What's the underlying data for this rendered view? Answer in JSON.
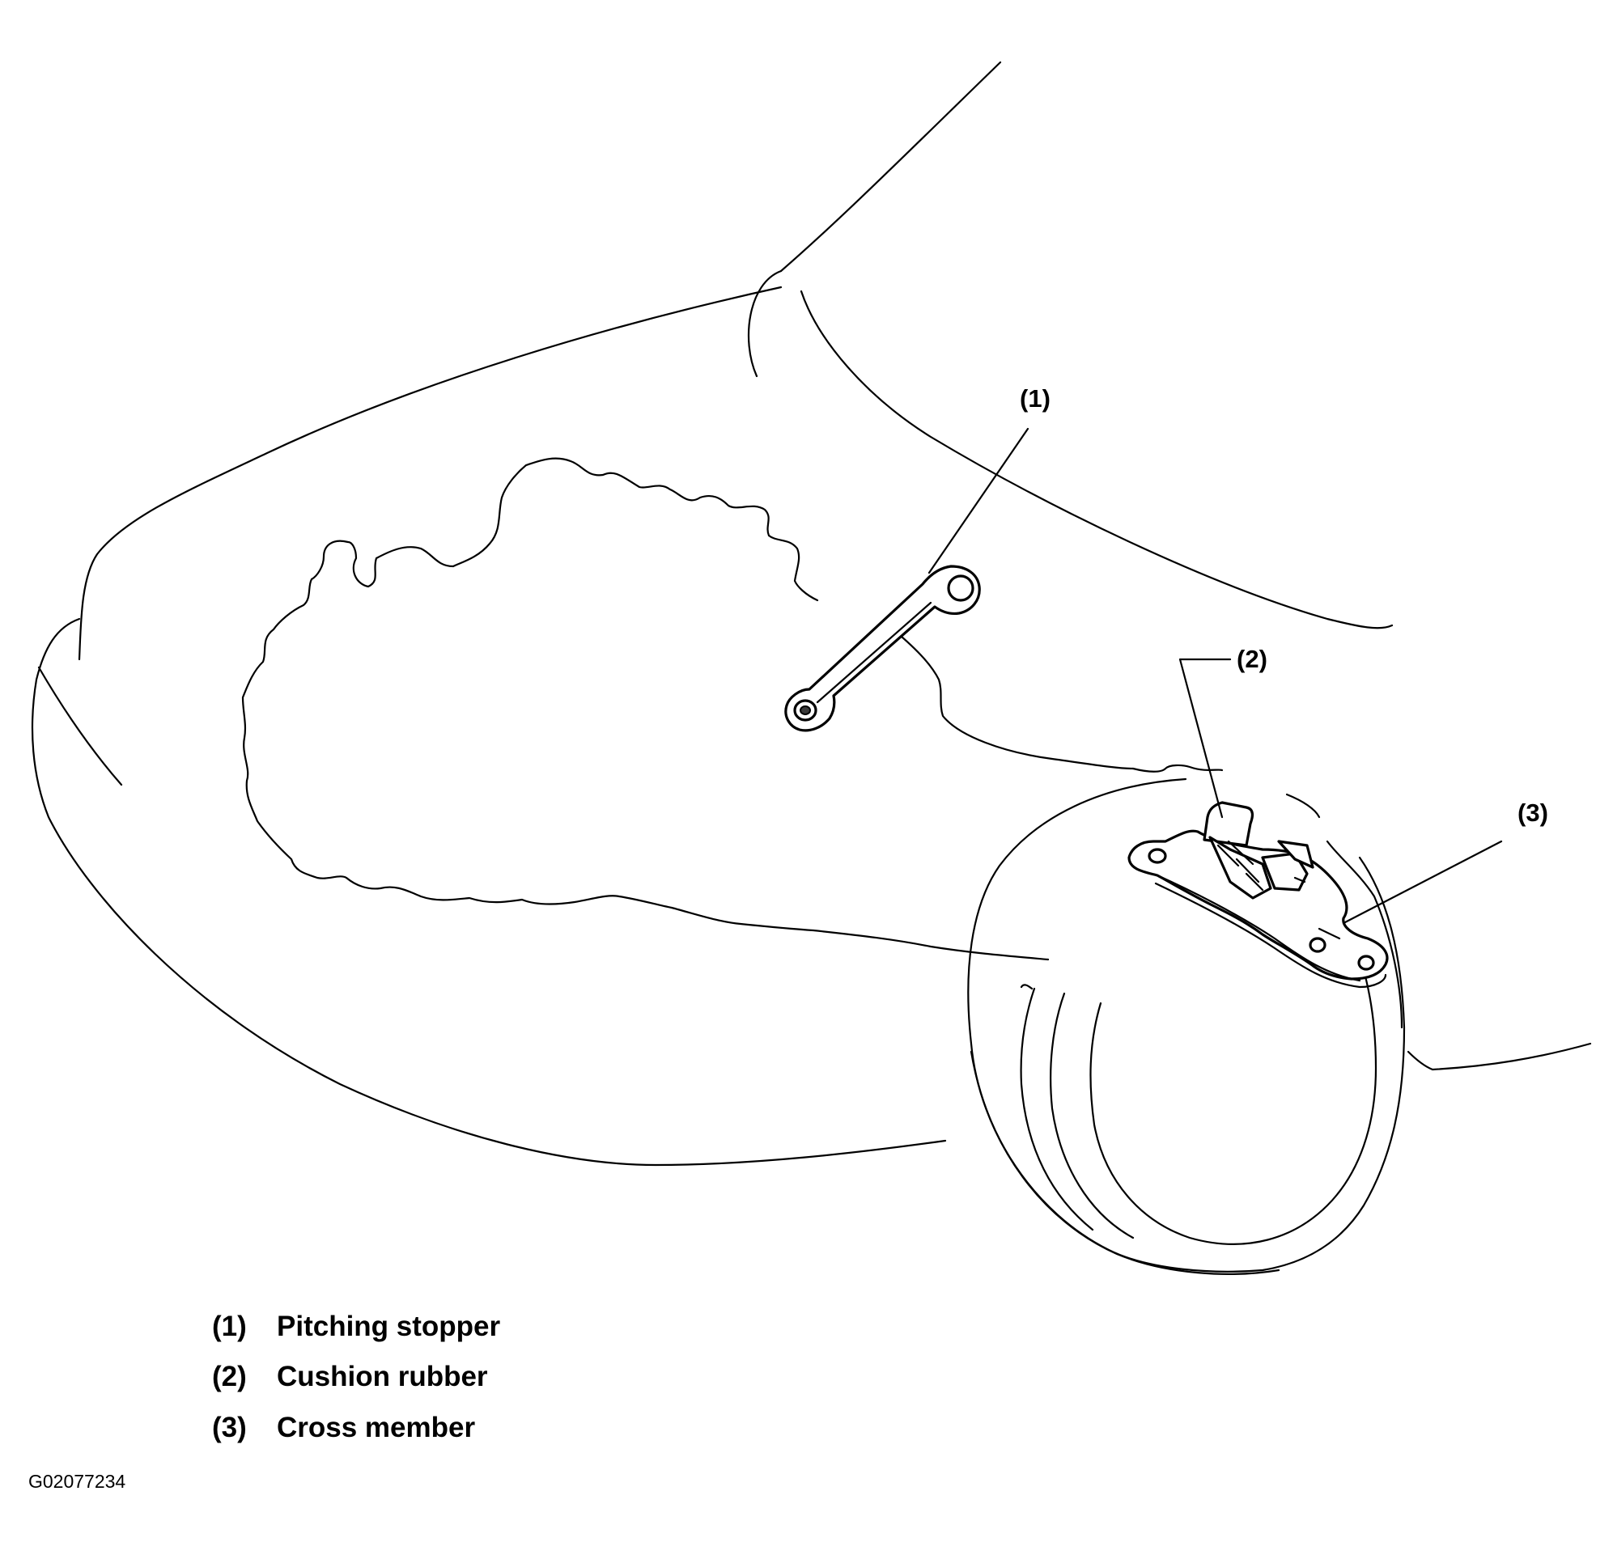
{
  "callouts": [
    {
      "id": "1",
      "label": "(1)"
    },
    {
      "id": "2",
      "label": "(2)"
    },
    {
      "id": "3",
      "label": "(3)"
    }
  ],
  "legend": [
    {
      "num": "(1)",
      "text": "Pitching stopper"
    },
    {
      "num": "(2)",
      "text": "Cushion rubber"
    },
    {
      "num": "(3)",
      "text": "Cross member"
    }
  ],
  "figure_id": "G02077234"
}
